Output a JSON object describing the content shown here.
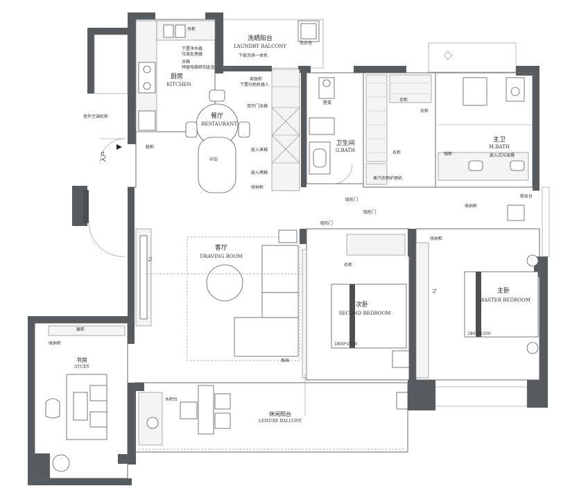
{
  "rooms": {
    "kitchen": {
      "zh": "厨房",
      "en": "KITCHEN"
    },
    "laundry": {
      "zh": "洗晒阳台",
      "en": "LAUNDRY BALCONY"
    },
    "restaurant": {
      "zh": "餐厅",
      "en": "RESTAURANT"
    },
    "gbath": {
      "zh": "卫生间",
      "en": "G.BATH"
    },
    "mbath": {
      "zh": "主卫",
      "en": "M.BATH"
    },
    "drawing": {
      "zh": "客厅",
      "en": "DRAVING ROOM"
    },
    "second": {
      "zh": "次卧",
      "en": "SECOND BEDROOM"
    },
    "master": {
      "zh": "主卧",
      "en": "MASTER BEDROOM"
    },
    "study": {
      "zh": "书房",
      "en": "STUDY"
    },
    "leisure": {
      "zh": "休闲阳台",
      "en": "LEISURE BALCONY"
    }
  },
  "labels": {
    "entry": "入户",
    "wall_cab": "吊柜",
    "water": "下置净水器",
    "disposer": "垃圾处理器",
    "fridge_a": "冰箱",
    "fridge_b": "预留电箱移到此处",
    "outdoor": "室外空调机柜",
    "shoe": "鞋柜",
    "wash_dry": "下嵌洗烘一体机",
    "laundry_pool": "洗衣池",
    "ht1": "家政柜",
    "ht2": "下置扫地机器人",
    "dbl_fridge": "双开门冰箱",
    "steam": "嵌入蒸箱",
    "oven": "嵌入烤箱",
    "storage": "收纳柜",
    "island": "中岛",
    "closet": "壁龛",
    "hidden_door": "隐形门",
    "wardrobe": "衣柜",
    "care": "蒸汽衣物护理机",
    "mirror": "镜柜",
    "recessed": "嵌入式垃圾桶",
    "vanity": "梳妆台",
    "tv": "TV",
    "cab": "展柜",
    "curtain": "推画",
    "bar": "水吧台",
    "bed2": "1800*2100",
    "bed1": "1800*2100"
  },
  "colors": {
    "wall": "#555b5e",
    "line": "#666666"
  }
}
